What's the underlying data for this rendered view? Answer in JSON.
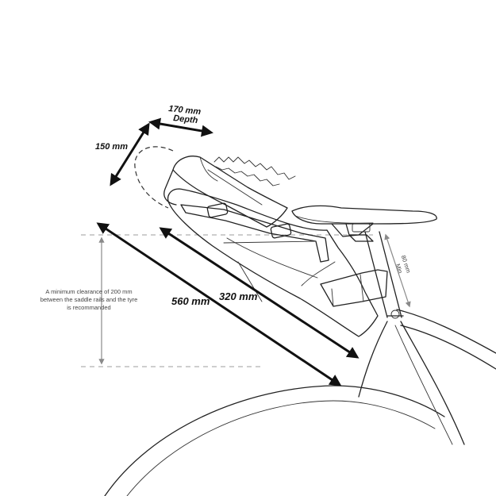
{
  "labels": {
    "depth_value": "170 mm",
    "depth_word": "Depth",
    "height_value": "150 mm",
    "bag_length": "320 mm",
    "total_length": "560 mm",
    "min_drop_value": "80 mm",
    "min_drop_word": "Min",
    "clearance_note": [
      "A minimum clearance of 200 mm",
      "between the saddle rails and the tyre",
      "is recommanded"
    ]
  },
  "colors": {
    "line": "#222222",
    "dimension_arrow": "#111111",
    "guide_line": "#b0b0b0",
    "note_text": "#444444"
  }
}
